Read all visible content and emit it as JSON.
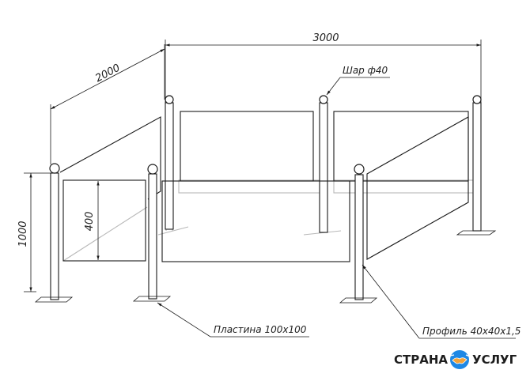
{
  "dimensions": {
    "width_total": "3000",
    "depth": "2000",
    "height": "1000",
    "panel_height": "400"
  },
  "callouts": {
    "ball": "Шар ф40",
    "plate": "Пластина 100х100",
    "profile": "Профиль 40х40х1,5"
  },
  "logo": {
    "left": "СТРАНА",
    "right": "УСЛУГ",
    "accent_color": "#1e88e5",
    "handshake_color": "#f2a33a",
    "icon": "handshake-icon"
  }
}
